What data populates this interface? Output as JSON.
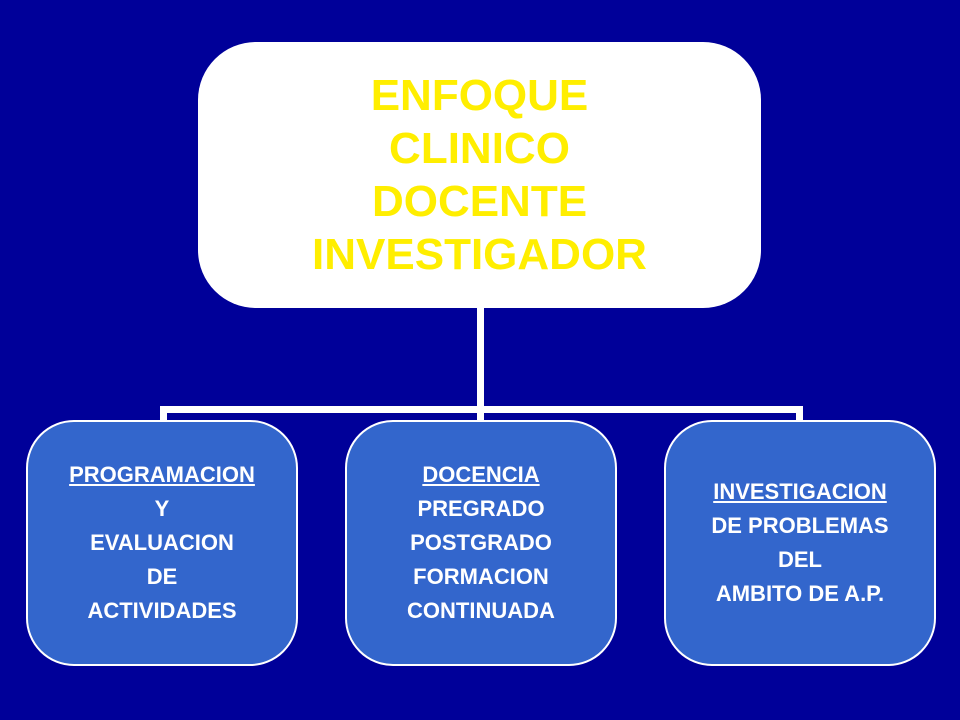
{
  "colors": {
    "background": "#000099",
    "top_box_fill": "#ffffff",
    "top_text": "#ffee00",
    "child_box_fill": "#3366cc",
    "child_text": "#ffffff",
    "connector": "#ffffff"
  },
  "top": {
    "lines": [
      "ENFOQUE",
      "CLINICO",
      "DOCENTE",
      "INVESTIGADOR"
    ]
  },
  "children": [
    {
      "heading": "PROGRAMACION",
      "lines": [
        "Y",
        "EVALUACION",
        "DE",
        "ACTIVIDADES"
      ]
    },
    {
      "heading": "DOCENCIA",
      "lines": [
        "PREGRADO",
        "POSTGRADO",
        "FORMACION",
        "CONTINUADA"
      ]
    },
    {
      "heading": "INVESTIGACION",
      "lines": [
        "DE PROBLEMAS",
        "DEL",
        "AMBITO DE A.P."
      ]
    }
  ]
}
